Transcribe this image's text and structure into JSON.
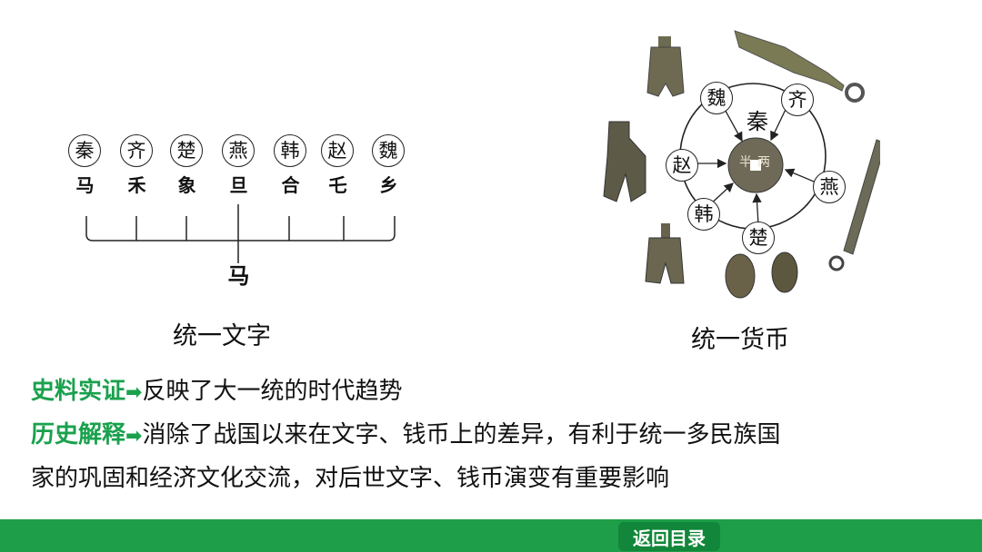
{
  "writing": {
    "states": [
      "秦",
      "齐",
      "楚",
      "燕",
      "韩",
      "赵",
      "魏"
    ],
    "scripts": [
      "马",
      "禾",
      "象",
      "旦",
      "合",
      "乇",
      "乡"
    ],
    "unified_script": "马",
    "caption": "统一文字"
  },
  "currency": {
    "center_state": "秦",
    "states": [
      "魏",
      "齐",
      "赵",
      "燕",
      "韩",
      "楚"
    ],
    "coin_inscription": "半两",
    "caption": "统一货币"
  },
  "text": {
    "evidence_tag": "史料实证",
    "arrow": "➡",
    "evidence_body": "反映了大一统的时代趋势",
    "interp_tag": "历史解释",
    "interp_body_1": "消除了战国以来在文字、钱币上的差异，有利于统一多民族国",
    "interp_body_2": "家的巩固和经济文化交流，对后世文字、钱币演变有重要影响"
  },
  "footer": {
    "back_label": "返回目录"
  },
  "colors": {
    "accent_green": "#1aa14d",
    "footer_green": "#1e9e48",
    "button_green": "#12863a"
  }
}
